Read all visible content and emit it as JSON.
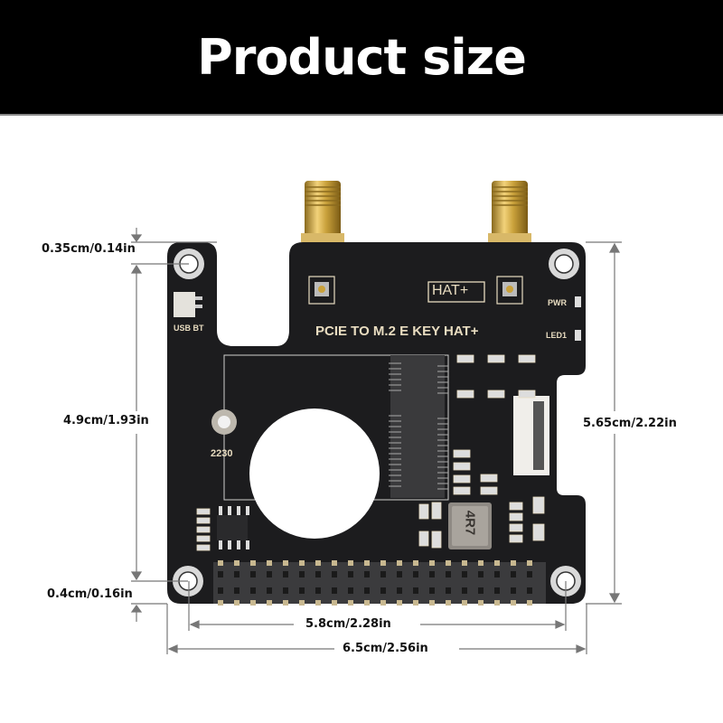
{
  "header": {
    "title": "Product size"
  },
  "board": {
    "name_label": "PCIE TO M.2 E KEY HAT+",
    "hat_badge": "HAT+",
    "usb_bt_label": "USB BT",
    "pwr_label": "PWR",
    "led1_label": "LED1",
    "mount_label": "2230",
    "inductor_marking": "4R7",
    "colors": {
      "pcb": "#1c1c1e",
      "silkscreen": "#e8dcc0",
      "gold": "#c9a13b",
      "background": "#ffffff",
      "banner": "#000000"
    }
  },
  "dimensions": {
    "top_hole_offset": "0.35cm/0.14in",
    "left_height": "4.9cm/1.93in",
    "bottom_hole_offset": "0.4cm/0.16in",
    "total_height": "5.65cm/2.22in",
    "hole_spacing_width": "5.8cm/2.28in",
    "total_width": "6.5cm/2.56in"
  }
}
